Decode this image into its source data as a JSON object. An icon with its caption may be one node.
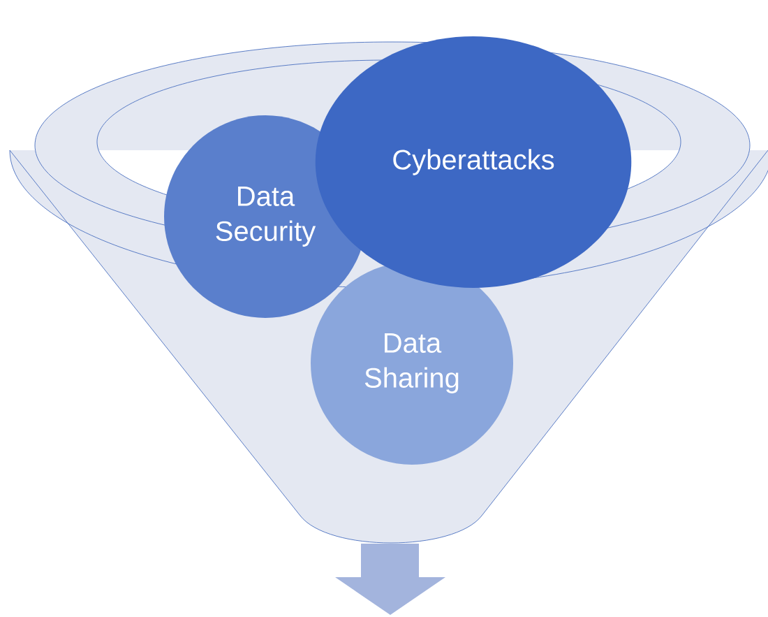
{
  "diagram": {
    "nodes": [
      {
        "text": [
          "Data Security"
        ]
      },
      {
        "text": [
          "Cyberattacks"
        ]
      },
      {
        "text": [
          "Data Sharing"
        ]
      }
    ]
  }
}
